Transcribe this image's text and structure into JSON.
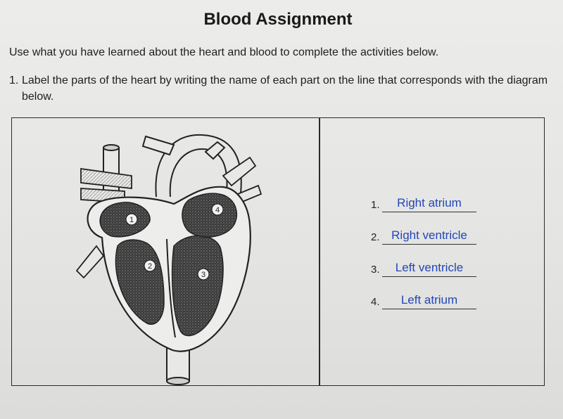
{
  "document": {
    "title": "Blood Assignment",
    "intro": "Use what you have learned about the heart and blood to complete the activities below.",
    "question": {
      "number": "1.",
      "text": "Label the parts of the heart by writing the name of each part on the line that corresponds with the diagram below."
    }
  },
  "diagram": {
    "markers": [
      "1",
      "2",
      "3",
      "4"
    ]
  },
  "answers": [
    {
      "number": "1.",
      "text": "Right atrium"
    },
    {
      "number": "2.",
      "text": "Right ventricle"
    },
    {
      "number": "3.",
      "text": "Left ventricle"
    },
    {
      "number": "4.",
      "text": "Left atrium"
    }
  ],
  "colors": {
    "answer_ink": "#2246b8",
    "paper": "#e8e8e6"
  }
}
